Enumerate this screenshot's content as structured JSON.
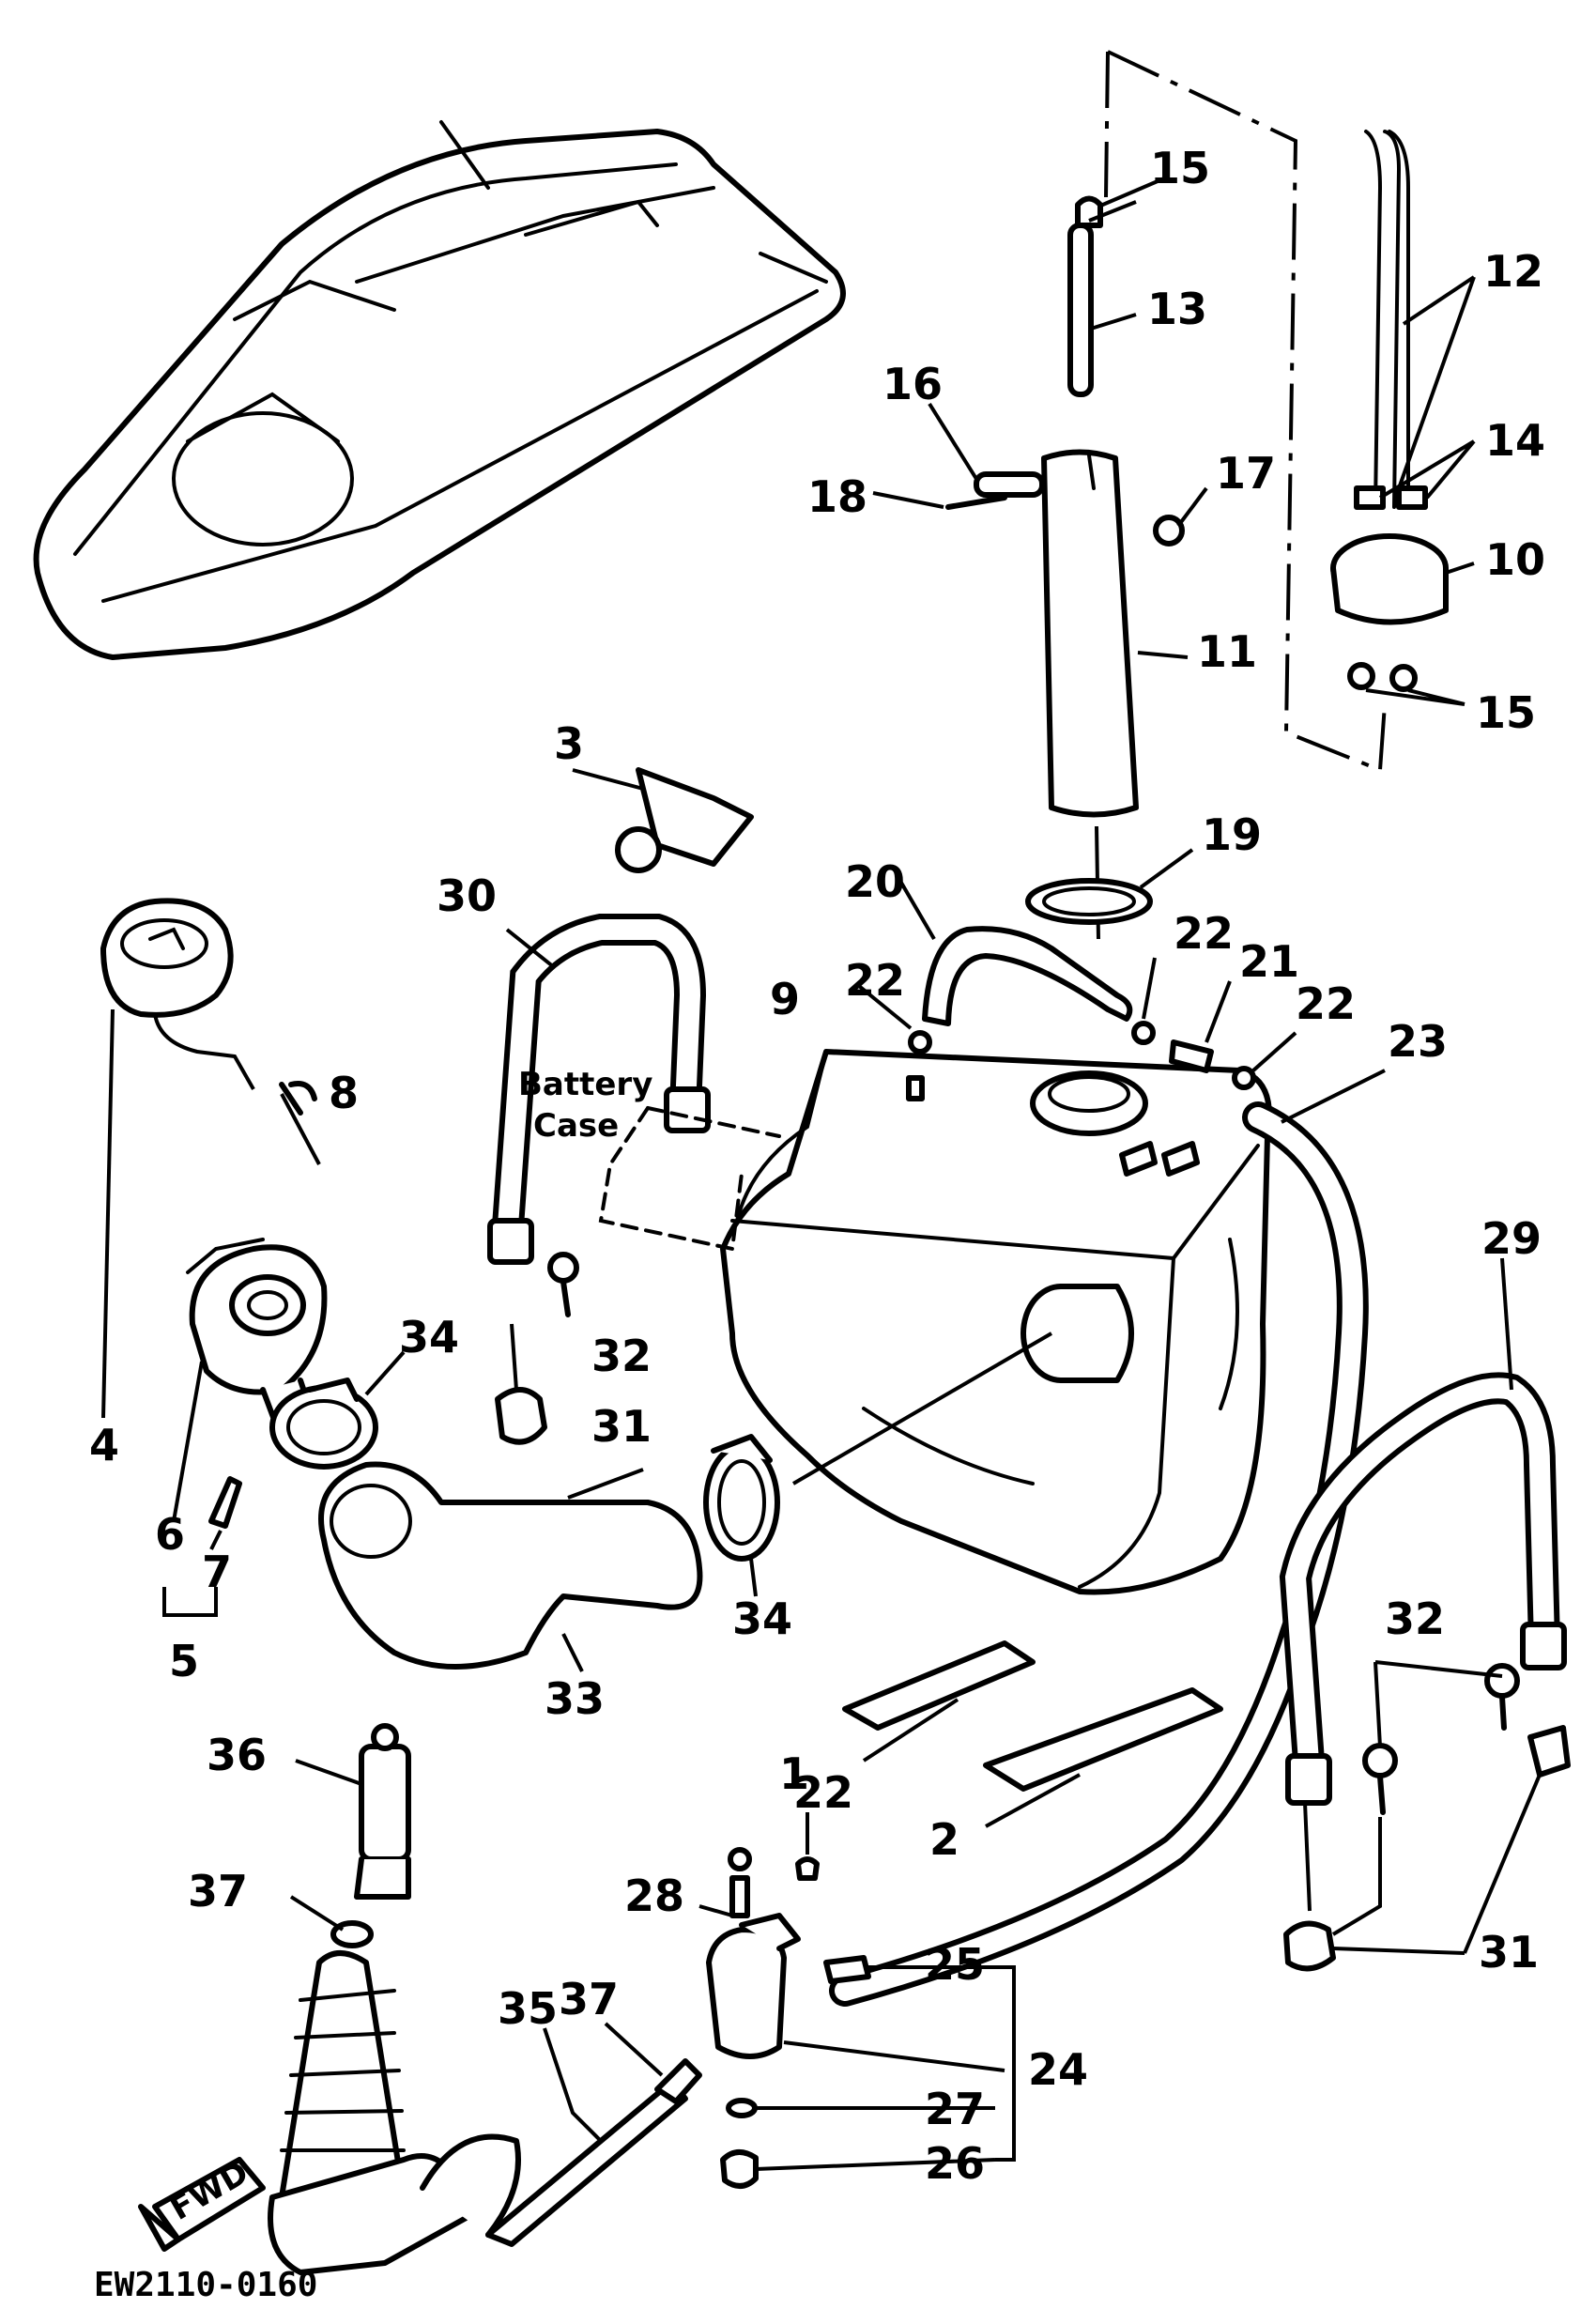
{
  "diagram_code": "EW2110-0160",
  "labels": {
    "battery_case_line1": "Battery",
    "battery_case_line2": "Case",
    "fwd": "FWD"
  },
  "callouts": {
    "c1": "1",
    "c2": "2",
    "c3": "3",
    "c4": "4",
    "c5": "5",
    "c6": "6",
    "c7": "7",
    "c8": "8",
    "c9": "9",
    "c10": "10",
    "c11": "11",
    "c12": "12",
    "c13": "13",
    "c14": "14",
    "c15a": "15",
    "c15b": "15",
    "c16": "16",
    "c17": "17",
    "c18": "18",
    "c19": "19",
    "c20": "20",
    "c21": "21",
    "c22a": "22",
    "c22b": "22",
    "c22c": "22",
    "c22d": "22",
    "c23": "23",
    "c24": "24",
    "c25": "25",
    "c26": "26",
    "c27": "27",
    "c28": "28",
    "c29": "29",
    "c30": "30",
    "c31a": "31",
    "c31b": "31",
    "c32a": "32",
    "c32b": "32",
    "c33": "33",
    "c34a": "34",
    "c34b": "34",
    "c35": "35",
    "c36": "36",
    "c37a": "37",
    "c37b": "37"
  }
}
